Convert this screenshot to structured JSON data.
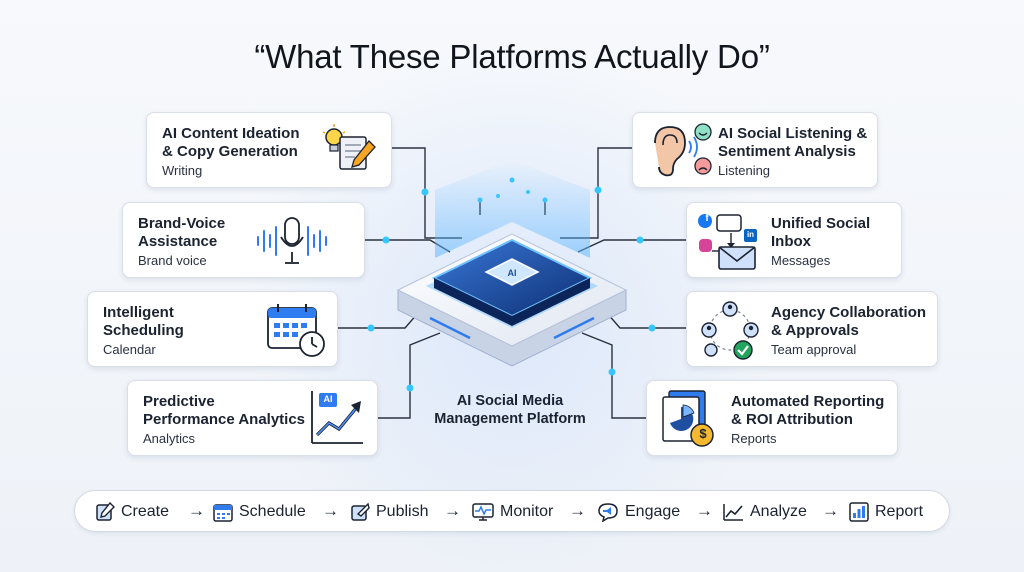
{
  "title": "“What These Platforms Actually Do”",
  "platform": {
    "label_line1": "AI Social Media",
    "label_line2": "Management Platform",
    "chip_text": "AI"
  },
  "colors": {
    "accent": "#1f6fd6",
    "glow": "#5fb7ff",
    "check": "#22a45d"
  },
  "cards_left": [
    {
      "title1": "AI Content Ideation",
      "title2": "& Copy Generation",
      "subtitle": "Writing",
      "icon": "lightbulb-document-pencil-icon"
    },
    {
      "title1": "Brand-Voice",
      "title2": "Assistance",
      "subtitle": "Brand voice",
      "icon": "microphone-soundwave-icon"
    },
    {
      "title1": "Intelligent",
      "title2": "Scheduling",
      "subtitle": "Calendar",
      "icon": "calendar-clock-icon"
    },
    {
      "title1": "Predictive",
      "title2": "Performance Analytics",
      "subtitle": "Analytics",
      "icon": "trend-chart-icon",
      "badge": "AI"
    }
  ],
  "cards_right": [
    {
      "title1": "AI Social Listening &",
      "title2": "Sentiment Analysis",
      "subtitle": "Listening",
      "icon": "ear-sentiment-icon"
    },
    {
      "title1": "Unified Social",
      "title2": "Inbox",
      "subtitle": "Messages",
      "icon": "social-inbox-icon",
      "badge_f": "f",
      "badge_in": "in"
    },
    {
      "title1": "Agency Collaboration",
      "title2": "& Approvals",
      "subtitle": "Team approval",
      "icon": "team-approval-icon"
    },
    {
      "title1": "Automated Reporting",
      "title2": "& ROI Attribution",
      "subtitle": "Reports",
      "icon": "report-roi-icon",
      "badge": "$"
    }
  ],
  "workflow": [
    {
      "label": "Create",
      "icon": "edit-icon"
    },
    {
      "label": "Schedule",
      "icon": "calendar-icon"
    },
    {
      "label": "Publish",
      "icon": "publish-icon"
    },
    {
      "label": "Monitor",
      "icon": "monitor-icon"
    },
    {
      "label": "Engage",
      "icon": "engage-icon"
    },
    {
      "label": "Analyze",
      "icon": "analyze-icon"
    },
    {
      "label": "Report",
      "icon": "report-icon"
    }
  ],
  "arrow_glyph": "→"
}
